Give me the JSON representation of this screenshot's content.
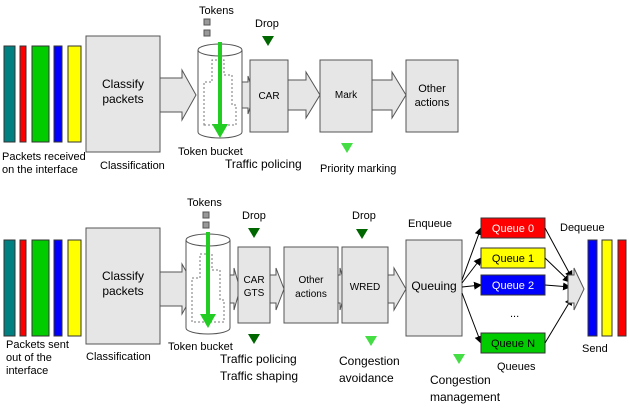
{
  "top": {
    "tokens_label": "Tokens",
    "drop_label": "Drop",
    "classify_label": [
      "Classify",
      "packets"
    ],
    "car_label": "CAR",
    "mark_label": "Mark",
    "other_label": [
      "Other",
      "actions"
    ],
    "packets_label": [
      "Packets received",
      "on the interface"
    ],
    "classification_label": "Classification",
    "token_bucket_label": "Token bucket",
    "traffic_policing_label": "Traffic policing",
    "priority_marking_label": "Priority marking",
    "packet_colors": [
      "#008080",
      "#ff0000",
      "#00cc00",
      "#0000ff",
      "#ffff00"
    ]
  },
  "bottom": {
    "tokens_label": "Tokens",
    "drop_label_1": "Drop",
    "drop_label_2": "Drop",
    "enqueue_label": "Enqueue",
    "dequeue_label": "Dequeue",
    "classify_label": [
      "Classify",
      "packets"
    ],
    "car_gts_label": [
      "CAR",
      "GTS"
    ],
    "other_label": [
      "Other",
      "actions"
    ],
    "wred_label": "WRED",
    "queuing_label": "Queuing",
    "queues": [
      {
        "label": "Queue 0",
        "color": "#ff0000"
      },
      {
        "label": "Queue 1",
        "color": "#ffff00"
      },
      {
        "label": "Queue 2",
        "color": "#0000ff"
      },
      {
        "label": "Queue N",
        "color": "#00cc00"
      }
    ],
    "ellipsis": "...",
    "queues_label": "Queues",
    "send_label": "Send",
    "packets_label": [
      "Packets sent",
      "out of the",
      "interface"
    ],
    "classification_label": "Classification",
    "token_bucket_label": "Token bucket",
    "traffic_label": [
      "Traffic policing",
      "Traffic shaping"
    ],
    "congestion_avoidance_label": [
      "Congestion",
      "avoidance"
    ],
    "congestion_management_label": [
      "Congestion",
      "management"
    ],
    "packet_colors": [
      "#008080",
      "#ff0000",
      "#00cc00",
      "#0000ff",
      "#ffff00"
    ],
    "send_colors": [
      "#0000ff",
      "#ffff00",
      "#ff0000"
    ]
  },
  "colors": {
    "token_arrow": "#22cc22",
    "drop_triangle": "#006600",
    "mark_triangle": "#44dd44"
  }
}
